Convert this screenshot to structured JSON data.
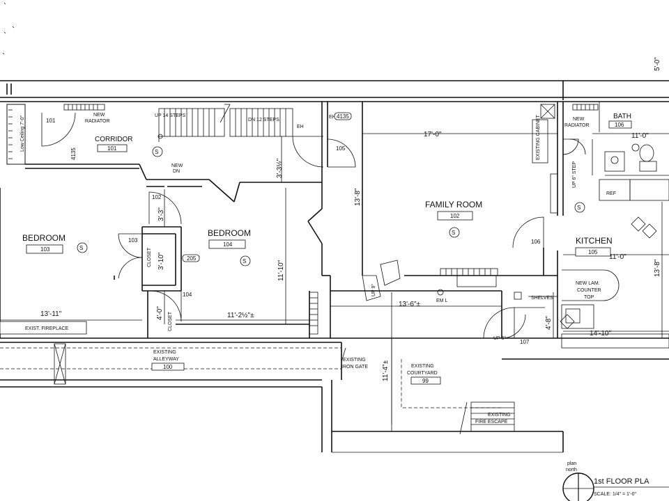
{
  "rooms": [
    {
      "id": "bedroom-103",
      "name": "BEDROOM",
      "number": "103"
    },
    {
      "id": "bedroom-104",
      "name": "BEDROOM",
      "number": "104"
    },
    {
      "id": "family-room",
      "name": "FAMILY ROOM",
      "number": "102"
    },
    {
      "id": "kitchen",
      "name": "KITCHEN",
      "number": "105"
    },
    {
      "id": "corridor",
      "name": "CORRIDOR",
      "number": "101"
    },
    {
      "id": "bath",
      "name": "BATH",
      "number": "106"
    },
    {
      "id": "alleyway",
      "name": "EXISTING ALLEYWAY",
      "number": "100"
    },
    {
      "id": "courtyard",
      "name": "EXISTING COURTYARD",
      "number": "99"
    }
  ],
  "dimensions": {
    "d1": "17'-0\"",
    "d2": "11'-0\"",
    "d3": "11'-0\"",
    "d4": "13'-11\"",
    "d5": "11'-2½\"±",
    "d6": "13'-6\"±",
    "d7": "14'-10\"",
    "d8": "11'-10\"",
    "d9": "13'-8\"",
    "d10": "3'-3½\"",
    "d11": "3'-3\"",
    "d12": "3'-10\"",
    "d13": "4'-0\"",
    "d14": "11'-4\"±",
    "d15": "4'-8\"",
    "d16": "13'-8\"",
    "d17": "5'-0\""
  },
  "labels": {
    "up_steps": "UP 14 STEPS",
    "dn_steps": "DN 12 STEPS",
    "new_radiator_1": "NEW",
    "new_radiator_1b": "RADIATOR",
    "new_radiator_2": "NEW",
    "new_radiator_2b": "RADIATOR",
    "low_ceiling": "Low Ceiling 7'-0\"",
    "existing_cabinet": "EXISTING CABINET",
    "exist_fireplace": "EXIST. FIREPLACE",
    "existing_iron_gate_1": "EXISTING",
    "existing_iron_gate_2": "IRON GATE",
    "existing_fire_escape_1": "EXISTING",
    "existing_fire_escape_2": "FIRE ESCAPE",
    "new_lam_1": "NEW LAM.",
    "new_lam_2": "COUNTER",
    "new_lam_3": "TOP",
    "shelves": "SHELVES",
    "ref": "REF",
    "closet_1": "CLOSET",
    "closet_2": "CLOSET",
    "up_6": "UP 6\"",
    "up_9": "UP 9\"",
    "up_step": "UP 6\" STEP",
    "new_dn": "NEW",
    "new_dn_b": "DN",
    "eml": "EM L",
    "eh_1": "EH",
    "eh_2": "EH",
    "plan_north_1": "plan",
    "plan_north_2": "north",
    "title": "1st FLOOR PLA",
    "scale": "SCALE: 1/4\" = 1'-0\""
  },
  "door_tags": {
    "t101a": "101",
    "t102": "102",
    "t103": "103",
    "t104": "104",
    "t105": "105",
    "t106": "106",
    "t107": "107",
    "t4135a": "4135",
    "t4135b": "4135",
    "t205": "205",
    "t100": "100"
  }
}
